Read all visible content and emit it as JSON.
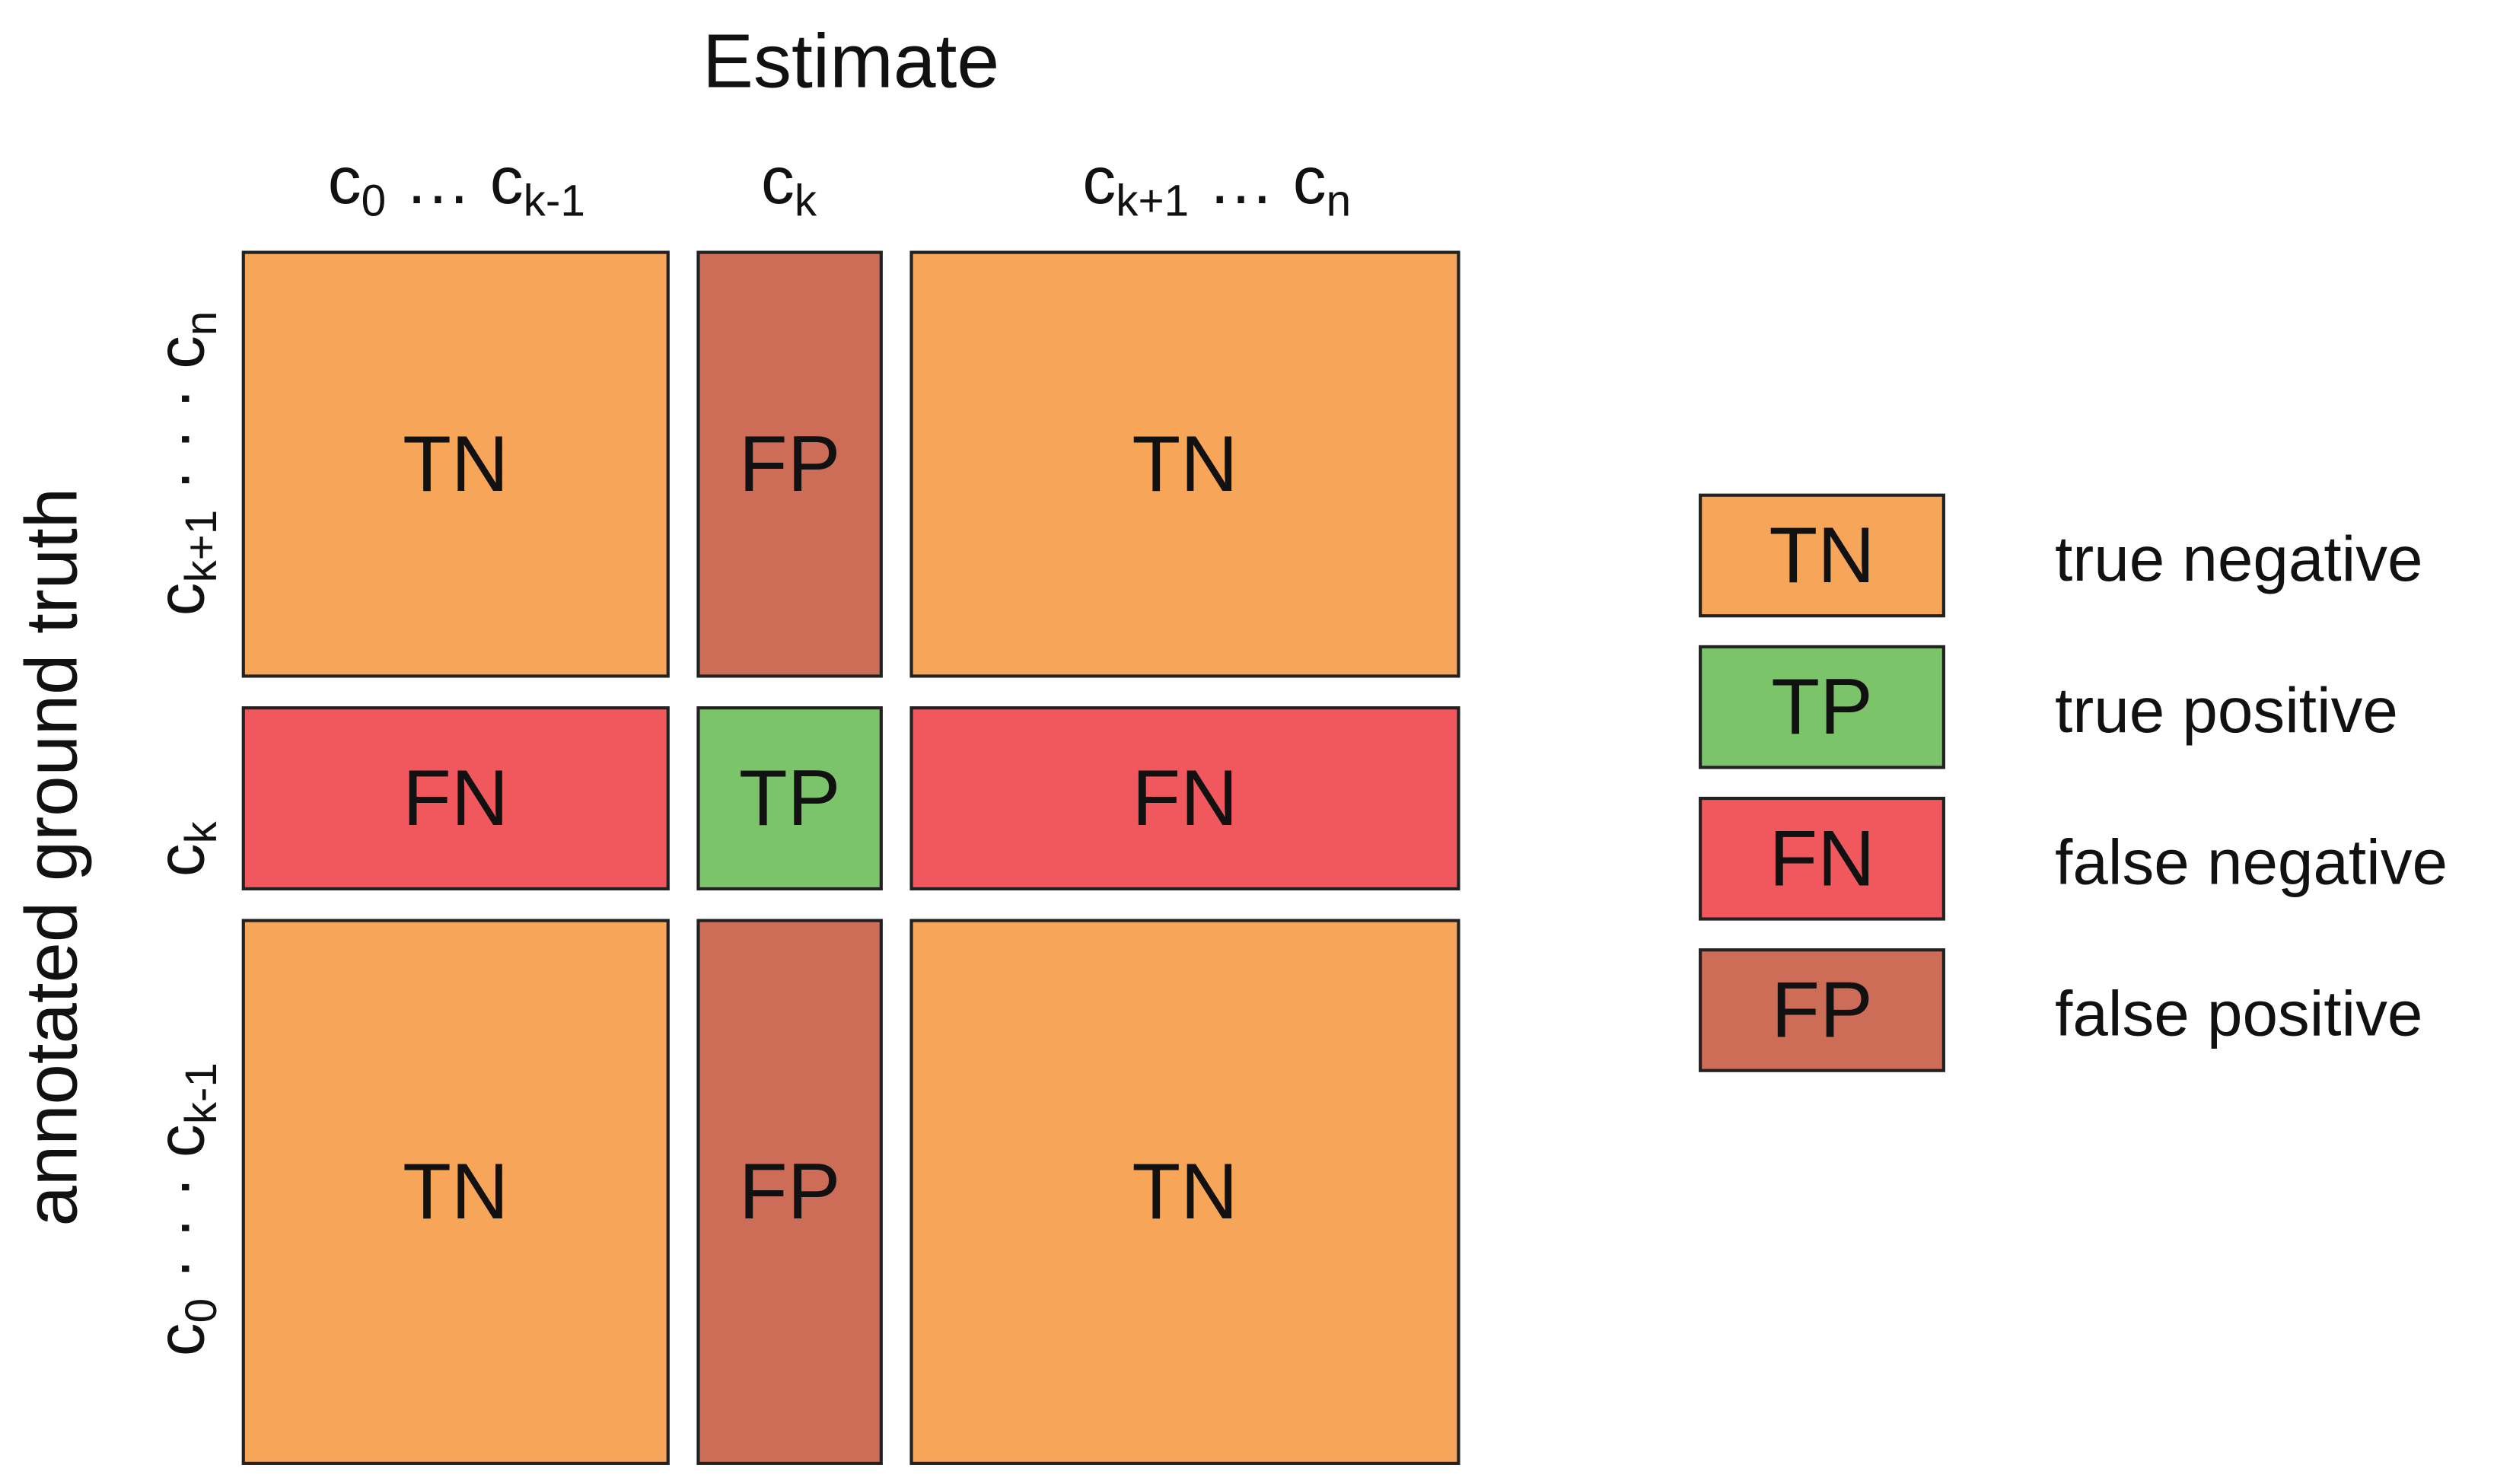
{
  "title": "Estimate",
  "y_title": "annotated ground truth",
  "colors": {
    "TN": "#F7A559",
    "TP": "#7BC46A",
    "FN": "#F0585E",
    "FP": "#CE6D57"
  },
  "columns": [
    {
      "c1": "c",
      "s1": "0",
      "dots": " … ",
      "c2": "c",
      "s2": "k-1"
    },
    {
      "c1": "c",
      "s1": "k"
    },
    {
      "c1": "c",
      "s1": "k+1",
      "dots": " … ",
      "c2": "c",
      "s2": "n"
    }
  ],
  "rows": [
    {
      "c1": "c",
      "s1": "k+1",
      "dots": " · · · ",
      "c2": "c",
      "s2": "n"
    },
    {
      "c1": "c",
      "s1": "k"
    },
    {
      "c1": "c",
      "s1": "0",
      "dots": " · · · ",
      "c2": "c",
      "s2": "k-1"
    }
  ],
  "matrix": [
    [
      "TN",
      "FP",
      "TN"
    ],
    [
      "FN",
      "TP",
      "FN"
    ],
    [
      "TN",
      "FP",
      "TN"
    ]
  ],
  "legend": [
    {
      "code": "TN",
      "label": "true negative"
    },
    {
      "code": "TP",
      "label": "true positive"
    },
    {
      "code": "FN",
      "label": "false negative"
    },
    {
      "code": "FP",
      "label": "false positive"
    }
  ]
}
